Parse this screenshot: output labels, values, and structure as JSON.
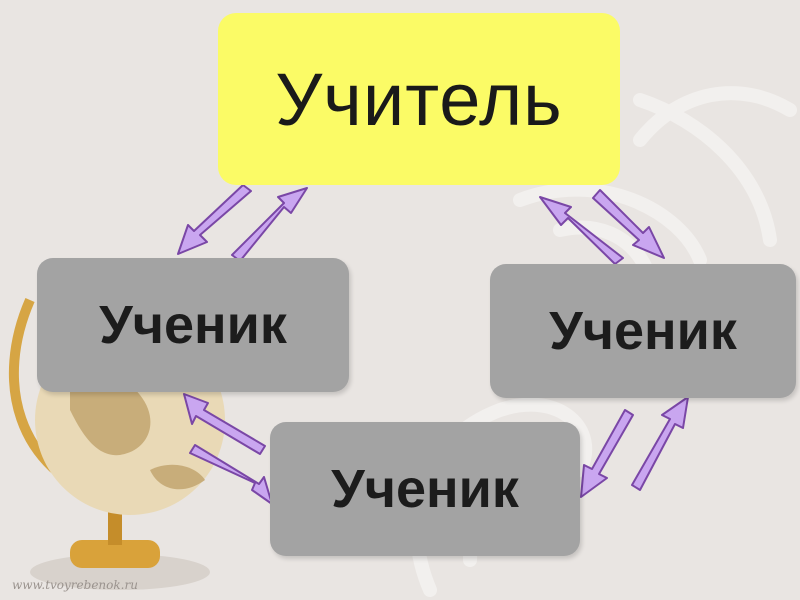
{
  "teacher": {
    "label": "Учитель"
  },
  "students": {
    "left": {
      "label": "Ученик"
    },
    "right": {
      "label": "Ученик"
    },
    "bottom": {
      "label": "Ученик"
    }
  },
  "watermark": {
    "text": "www.tvoyrebenok.ru"
  },
  "colors": {
    "background": "#e9e5e2",
    "teacher_box": "#fbfb66",
    "student_box": "#a3a3a3",
    "arrow_fill": "#c9a6f0",
    "arrow_stroke": "#7a47a6"
  },
  "icons": {
    "globe": "globe-icon"
  }
}
